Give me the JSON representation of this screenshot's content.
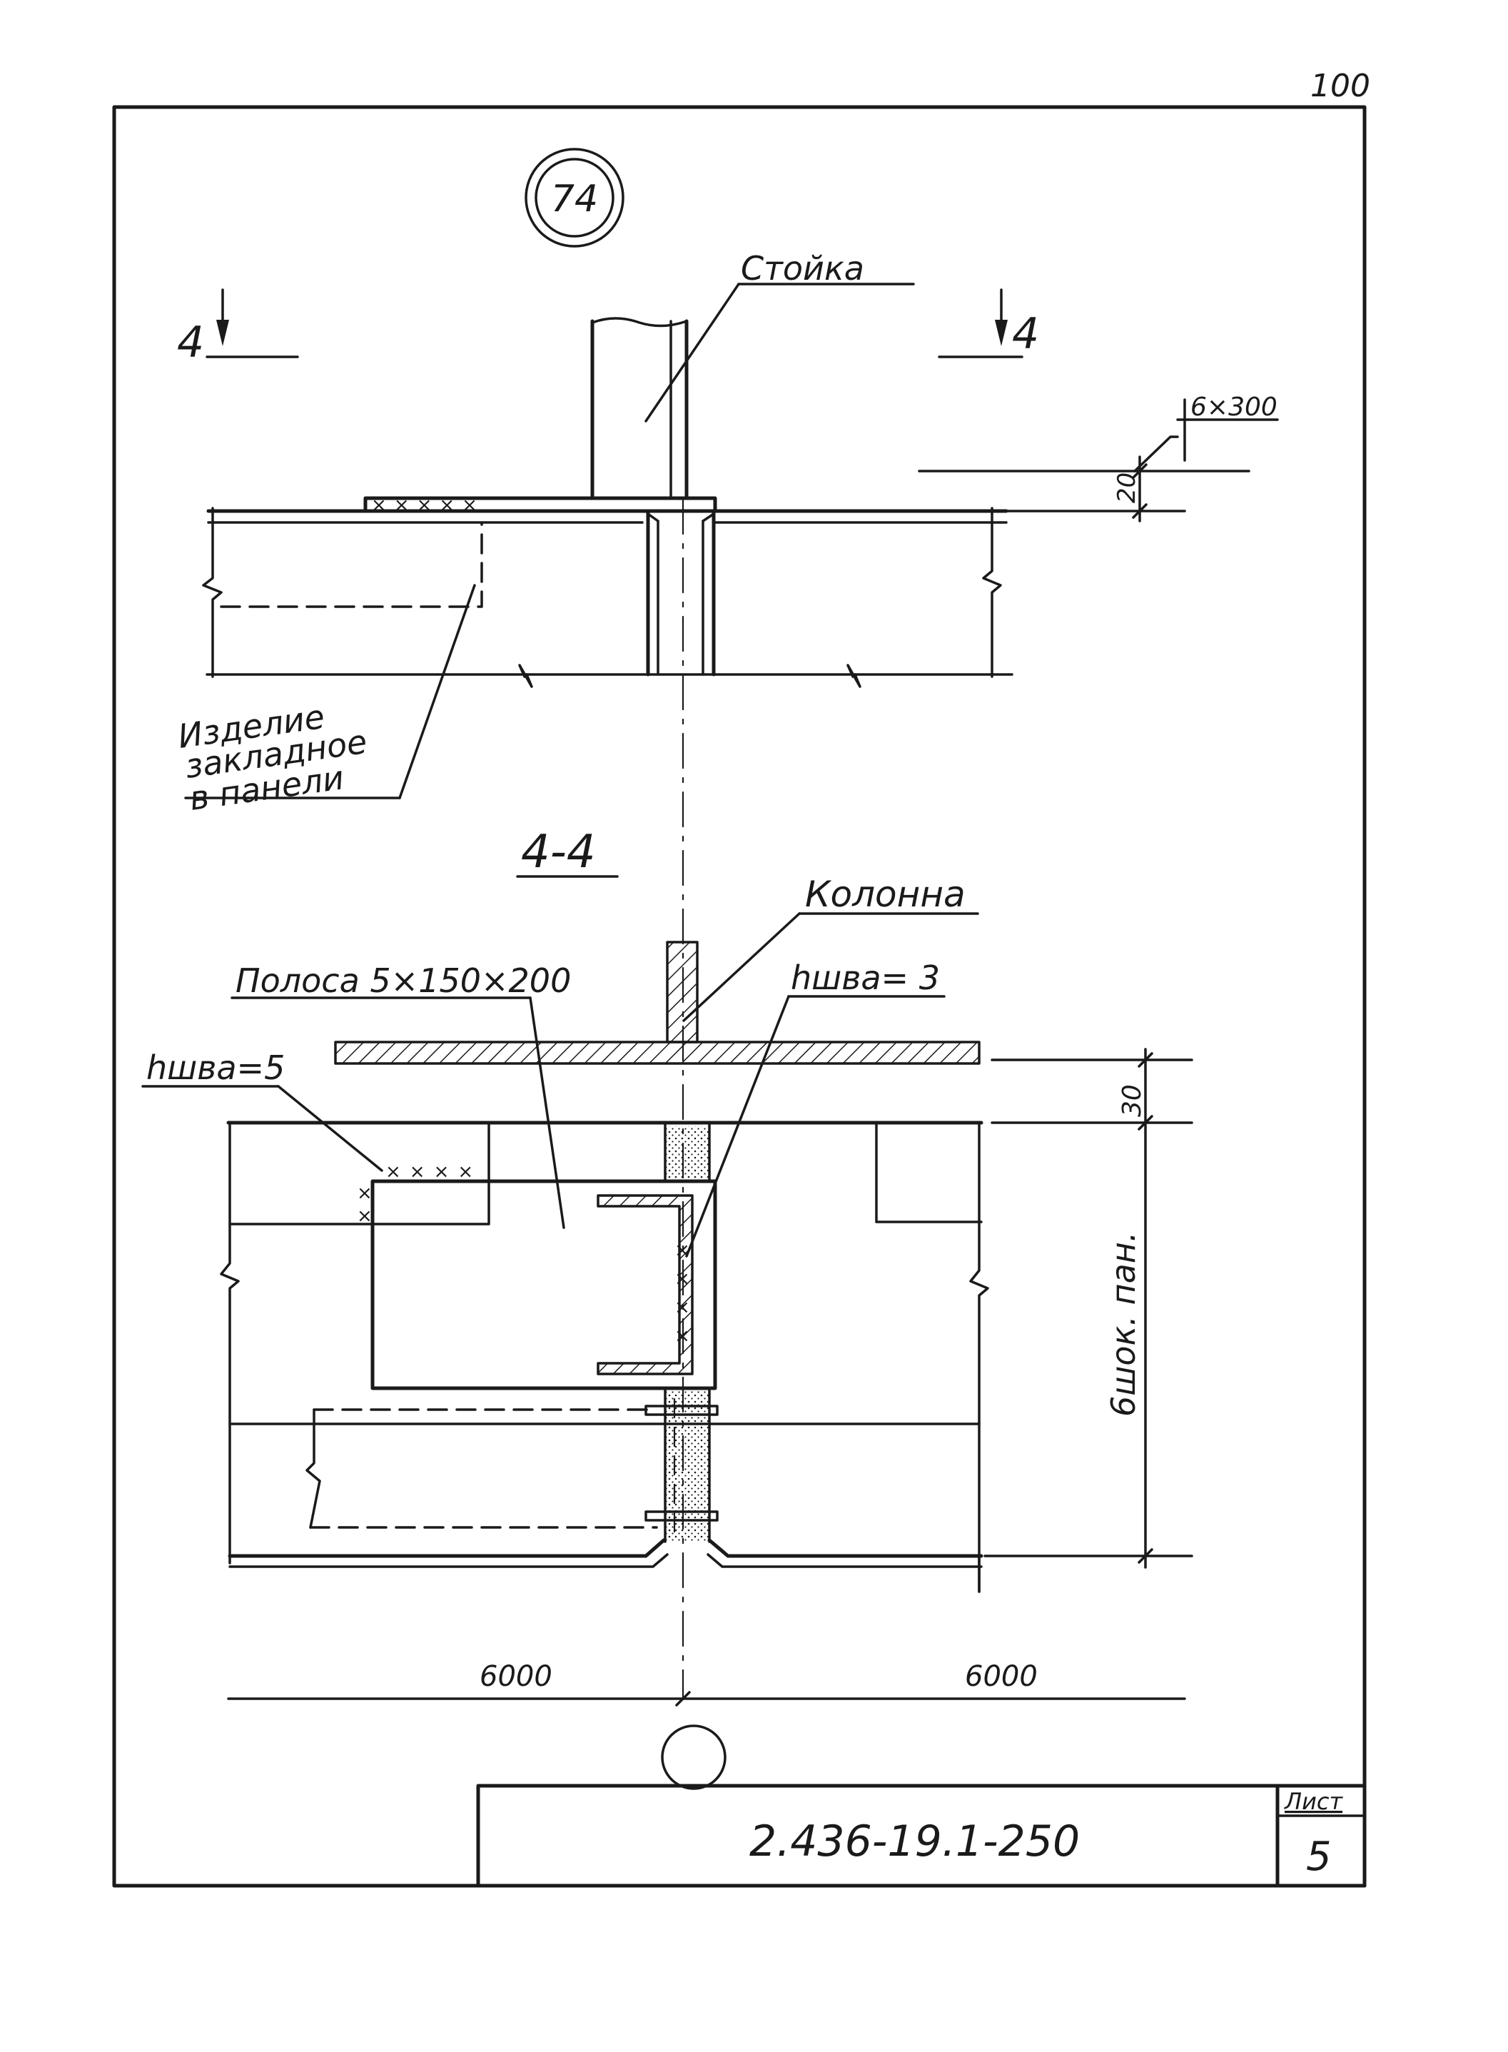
{
  "sheet": {
    "page_number": "100",
    "document_code": "2.436-19.1-250",
    "sheet_label": "Лист",
    "sheet_number": "5"
  },
  "node_marker": "74",
  "elevation_view": {
    "section_mark_left": "4",
    "section_mark_right": "4",
    "post_label": "Стойка",
    "weld_symbol_label": "6×300",
    "dimension_20": "20",
    "embedded_part_label": [
      "Изделие",
      "закладное",
      "в панели"
    ]
  },
  "section_view": {
    "title": "4-4",
    "column_label": "Колонна",
    "strip_label": "Полоса 5×150×200",
    "weld_left_label": "hшва=5",
    "weld_right_label": "hшва= 3",
    "dimension_30": "30",
    "panel_height_label": "6шок. пан.",
    "span_left": "6000",
    "span_right": "6000"
  }
}
